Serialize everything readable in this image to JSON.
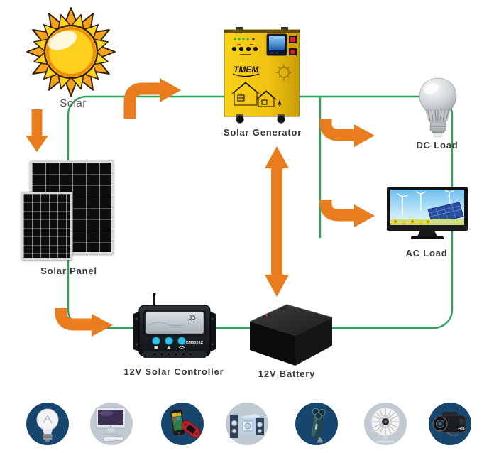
{
  "diagram": {
    "nodes": {
      "solar": {
        "label": "Solar"
      },
      "solar_panel": {
        "label": "Solar Panel"
      },
      "solar_generator": {
        "label": "Solar Generator",
        "brand": "TMEM"
      },
      "dc_load": {
        "label": "DC Load"
      },
      "ac_load": {
        "label": "AC Load"
      },
      "controller": {
        "label": "12V Solar Controller",
        "lcd_value": "35",
        "model": "CM3024Z"
      },
      "battery": {
        "label": "12V Battery"
      }
    },
    "colors": {
      "wire_green": "#2ca45c",
      "arrow_orange": "#e97c1c",
      "generator_yellow": "#f3c411",
      "icon_circle_dark": "#16466e",
      "icon_circle_light": "#bfcad3"
    }
  },
  "appliances": {
    "items": [
      {
        "name": "light-bulb"
      },
      {
        "name": "desktop-computer"
      },
      {
        "name": "mobile-devices"
      },
      {
        "name": "audio-speakers"
      },
      {
        "name": "electric-shaver"
      },
      {
        "name": "desk-fan"
      },
      {
        "name": "video-camera",
        "badge": "HD"
      }
    ]
  }
}
